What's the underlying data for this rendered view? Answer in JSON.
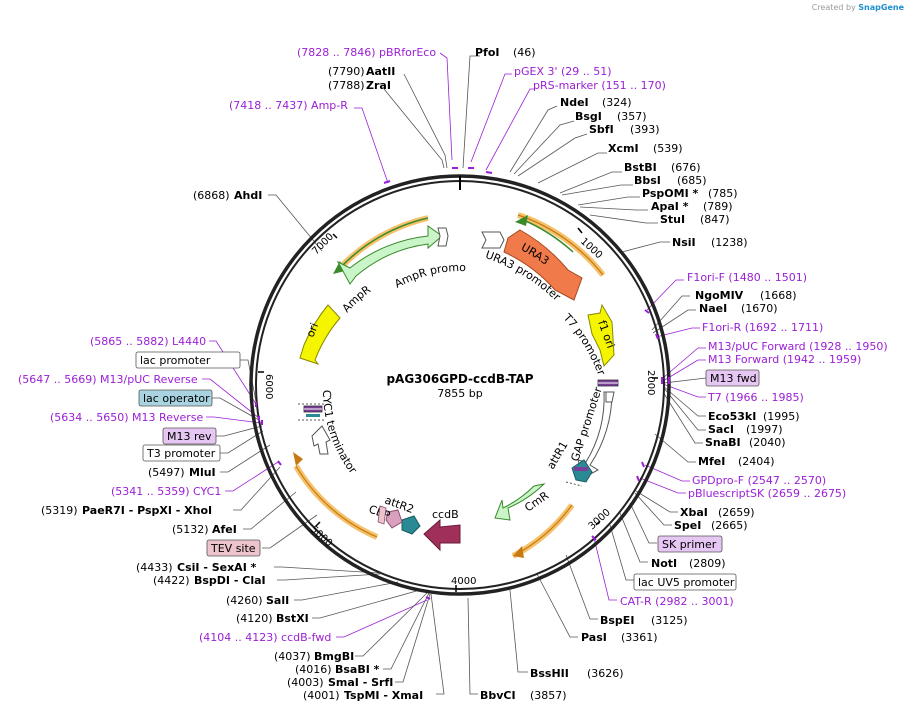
{
  "credit": {
    "prefix": "Created by",
    "brand": "SnapGene"
  },
  "plasmid": {
    "name": "pAG306GPD-ccdB-TAP",
    "size": "7855 bp"
  },
  "colors": {
    "primer": "#9b1fd6",
    "backbone": "#222222",
    "ura3": "#f07a4a",
    "f1ori": "#f5f500",
    "ori": "#f5f500",
    "ampr": "#c9f5c9",
    "cmr": "#c9f5c9",
    "ccdb": "#a0305a",
    "cbp": "#d9a0bd",
    "attr": "#2a8a93",
    "orf_highlight": "#f5c16b",
    "orf_line": "#3a8a2a",
    "box_fill_gray": "#ffffff",
    "box_fill_blue": "#a9d3e0",
    "box_fill_purple": "#e6c6f2",
    "box_fill_pink": "#eec4cc"
  },
  "ticks": [
    "1000",
    "2000",
    "3000",
    "4000",
    "5000",
    "6000",
    "7000"
  ],
  "features": {
    "ura3": "URA3",
    "ura3_promoter": "URA3 promoter",
    "f1_ori": "f1 ori",
    "t7_promoter": "T7 promoter",
    "gap_promoter": "GAP promoter",
    "attr1": "attR1",
    "cmr": "CmR",
    "ccdb": "ccdB",
    "attr2": "attR2",
    "cbp": "CBP",
    "cyc1_terminator": "CYC1 terminator",
    "ori": "ori",
    "ampr": "AmpR",
    "ampr_promoter": "AmpR promoter"
  },
  "labels": {
    "pbr_for_eco": "(7828 .. 7846)  pBRforEco",
    "aatii": "AatII",
    "aatii_pos": "(7790)",
    "zrai": "ZraI",
    "zrai_pos": "(7788)",
    "amp_r": "(7418 .. 7437)  Amp-R",
    "pfoi": "PfoI",
    "pfoi_pos": "(46)",
    "pgex3": "pGEX 3'     (29 .. 51)",
    "prs_marker": "pRS-marker     (151 .. 170)",
    "ndei": "NdeI",
    "ndei_pos": "(324)",
    "bsgi": "BsgI",
    "bsgi_pos": "(357)",
    "sbfi": "SbfI",
    "sbfi_pos": "(393)",
    "xcmi": "XcmI",
    "xcmi_pos": "(539)",
    "bstbi": "BstBI",
    "bstbi_pos": "(676)",
    "bbsi": "BbsI",
    "bbsi_pos": "(685)",
    "pspomi": "PspOMI *",
    "pspomi_pos": "(785)",
    "apai": "ApaI *",
    "apai_pos": "(789)",
    "stui": "StuI",
    "stui_pos": "(847)",
    "ahdi": "AhdI",
    "ahdi_pos": "(6868)",
    "nsii": "NsiI",
    "nsii_pos": "(1238)",
    "f1ori_f": "F1ori-F     (1480 .. 1501)",
    "ngomiv": "NgoMIV",
    "ngomiv_pos": "(1668)",
    "naei": "NaeI",
    "naei_pos": "(1670)",
    "f1ori_r": "F1ori-R     (1692 .. 1711)",
    "m13puc_forward": "M13/pUC Forward     (1928 .. 1950)",
    "m13_forward": "M13 Forward     (1942 .. 1959)",
    "m13_fwd": "M13 fwd",
    "t7": "T7     (1966 .. 1985)",
    "eco53ki": "Eco53kI",
    "eco53ki_pos": "(1995)",
    "saci": "SacI",
    "saci_pos": "(1997)",
    "snabi": "SnaBI",
    "snabi_pos": "(2040)",
    "mfei": "MfeI",
    "mfei_pos": "(2404)",
    "gpdpro_f": "GPDpro-F     (2547 .. 2570)",
    "pbluescriptsk": "pBluescriptSK     (2659 .. 2675)",
    "xbai": "XbaI",
    "xbai_pos": "(2659)",
    "spei": "SpeI",
    "spei_pos": "(2665)",
    "sk_primer": "SK primer",
    "noti": "NotI",
    "noti_pos": "(2809)",
    "lac_uv5_promoter": "lac UV5 promoter",
    "cat_r": "CAT-R     (2982 .. 3001)",
    "bspei": "BspEI",
    "bspei_pos": "(3125)",
    "pasi": "PasI",
    "pasi_pos": "(3361)",
    "besshii": "BssHII",
    "besshii_pos": "(3626)",
    "bbvci": "BbvCI",
    "bbvci_pos": "(3857)",
    "l4440": "(5865 .. 5882)  L4440",
    "lac_promoter": "lac promoter",
    "m13puc_reverse": "(5647 .. 5669)  M13/pUC Reverse",
    "lac_operator": "lac operator",
    "m13_reverse": "(5634 .. 5650)  M13 Reverse",
    "m13_rev": "M13 rev",
    "t3_promoter": "T3 promoter",
    "mlui": "MluI",
    "mlui_pos": "(5497)",
    "cyc1": "(5341 .. 5359)  CYC1",
    "pae_line": "PaeR7I   - PspXI   - XhoI",
    "pae_pos": "(5319)",
    "afei": "AfeI",
    "afei_pos": "(5132)",
    "tev_site": "TEV site",
    "csi_line": "CsiI   - SexAI *",
    "csi_pos": "(4433)",
    "bspdi_line": "BspDI   - ClaI",
    "bspdi_pos": "(4422)",
    "sali": "SalI",
    "sali_pos": "(4260)",
    "bstxi": "BstXI",
    "bstxi_pos": "(4120)",
    "ccdb_fwd": "(4104 .. 4123)  ccdB-fwd",
    "bmgbi": "BmgBI",
    "bmgbi_pos": "(4037)",
    "bsabi": "BsaBI *",
    "bsabi_pos": "(4016)",
    "smai_line": "SmaI   - SrfI",
    "smai_pos": "(4003)",
    "tspmi_line": "TspMI   - XmaI",
    "tspmi_pos": "(4001)"
  }
}
